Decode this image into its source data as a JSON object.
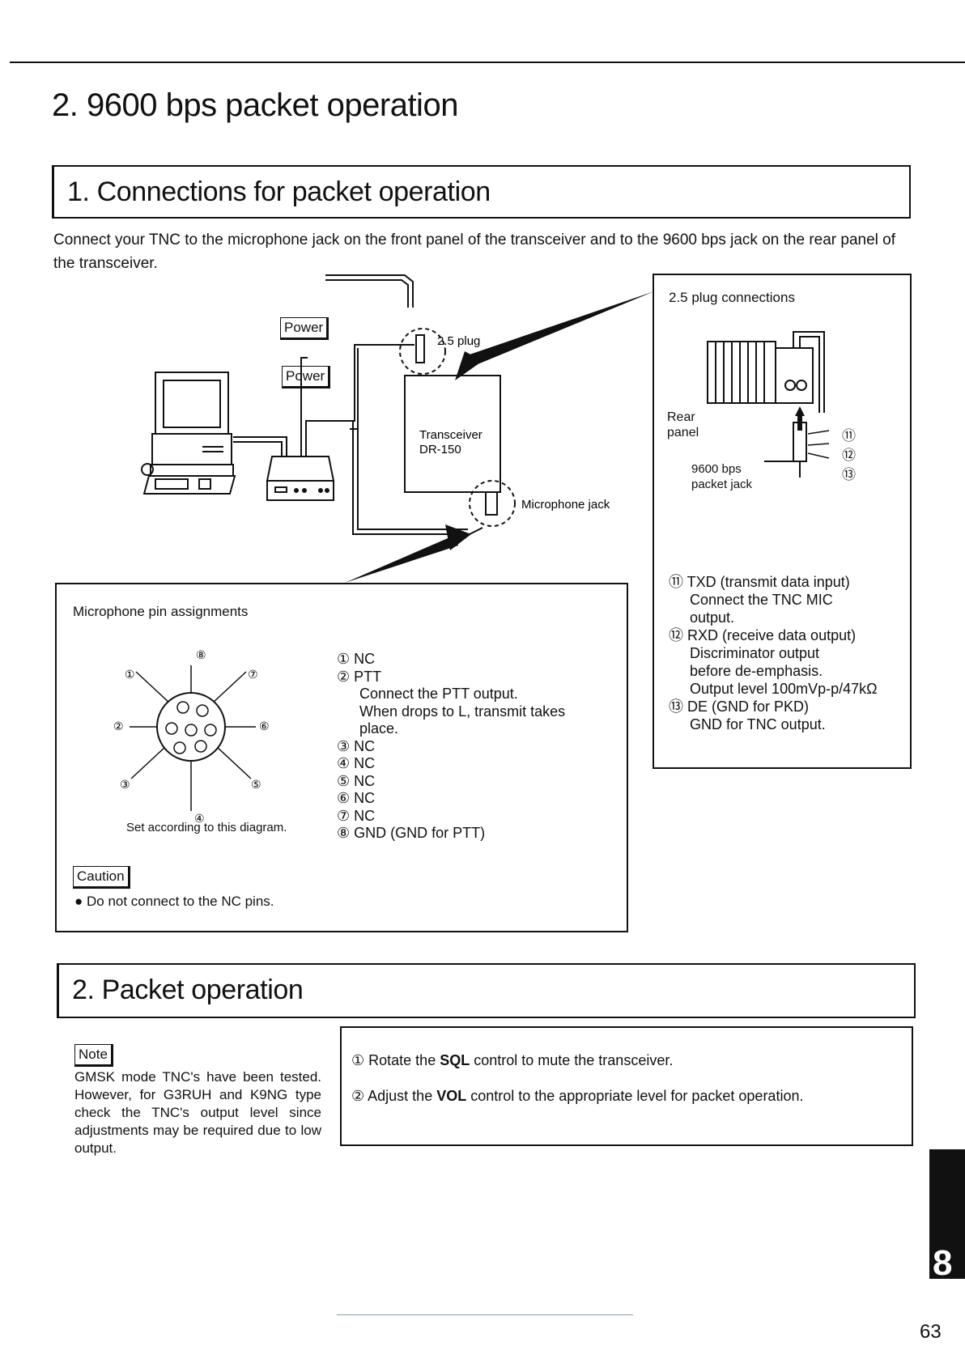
{
  "page": {
    "title": "2. 9600 bps packet operation",
    "page_number": "63",
    "chapter_tab": "8"
  },
  "section1": {
    "heading": "1. Connections for packet operation",
    "intro": "Connect your TNC to the microphone jack on the front panel of the transceiver and to the 9600 bps jack on the rear panel of the transceiver."
  },
  "diagram": {
    "power_label_1": "Power",
    "power_label_2": "Power",
    "plug_label": "2.5 plug",
    "transceiver_label_1": "Transceiver",
    "transceiver_label_2": "DR-150",
    "mic_jack_label": "Microphone jack"
  },
  "plug_box": {
    "title": "2.5 plug connections",
    "rear_panel_1": "Rear",
    "rear_panel_2": "panel",
    "jack_1": "9600 bps",
    "jack_2": "packet jack",
    "pin11": "⑪",
    "pin12": "⑫",
    "pin13": "⑬",
    "notes": [
      "⑪ TXD (transmit data input)",
      "Connect the TNC MIC",
      "output.",
      "⑫ RXD (receive data output)",
      "Discriminator output",
      "before de-emphasis.",
      "Output level 100mVp-p/47kΩ",
      "⑬ DE (GND for PKD)",
      "GND for TNC output."
    ]
  },
  "mic_box": {
    "title": "Microphone pin assignments",
    "diagram_caption": "Set according to this diagram.",
    "pin_labels": [
      "①",
      "②",
      "③",
      "④",
      "⑤",
      "⑥",
      "⑦",
      "⑧"
    ],
    "pins": [
      "① NC",
      "② PTT",
      "Connect the PTT output.",
      "When drops to L, transmit takes",
      "place.",
      "③ NC",
      "④ NC",
      "⑤ NC",
      "⑥ NC",
      "⑦ NC",
      "⑧ GND (GND for PTT)"
    ],
    "caution_label": "Caution",
    "caution_text": "● Do not connect to the NC pins."
  },
  "section2": {
    "heading": "2. Packet operation",
    "note_label": "Note",
    "note_text": "GMSK mode TNC's have been tested. However, for G3RUH and K9NG type check the TNC's output level since adjustments may be required due to low output.",
    "steps": [
      {
        "num": "①",
        "before": " Rotate the ",
        "bold": "SQL",
        "after": " control to mute the transceiver."
      },
      {
        "num": "②",
        "before": " Adjust the ",
        "bold": "VOL",
        "after": " control to the appropriate level for packet operation."
      }
    ]
  }
}
